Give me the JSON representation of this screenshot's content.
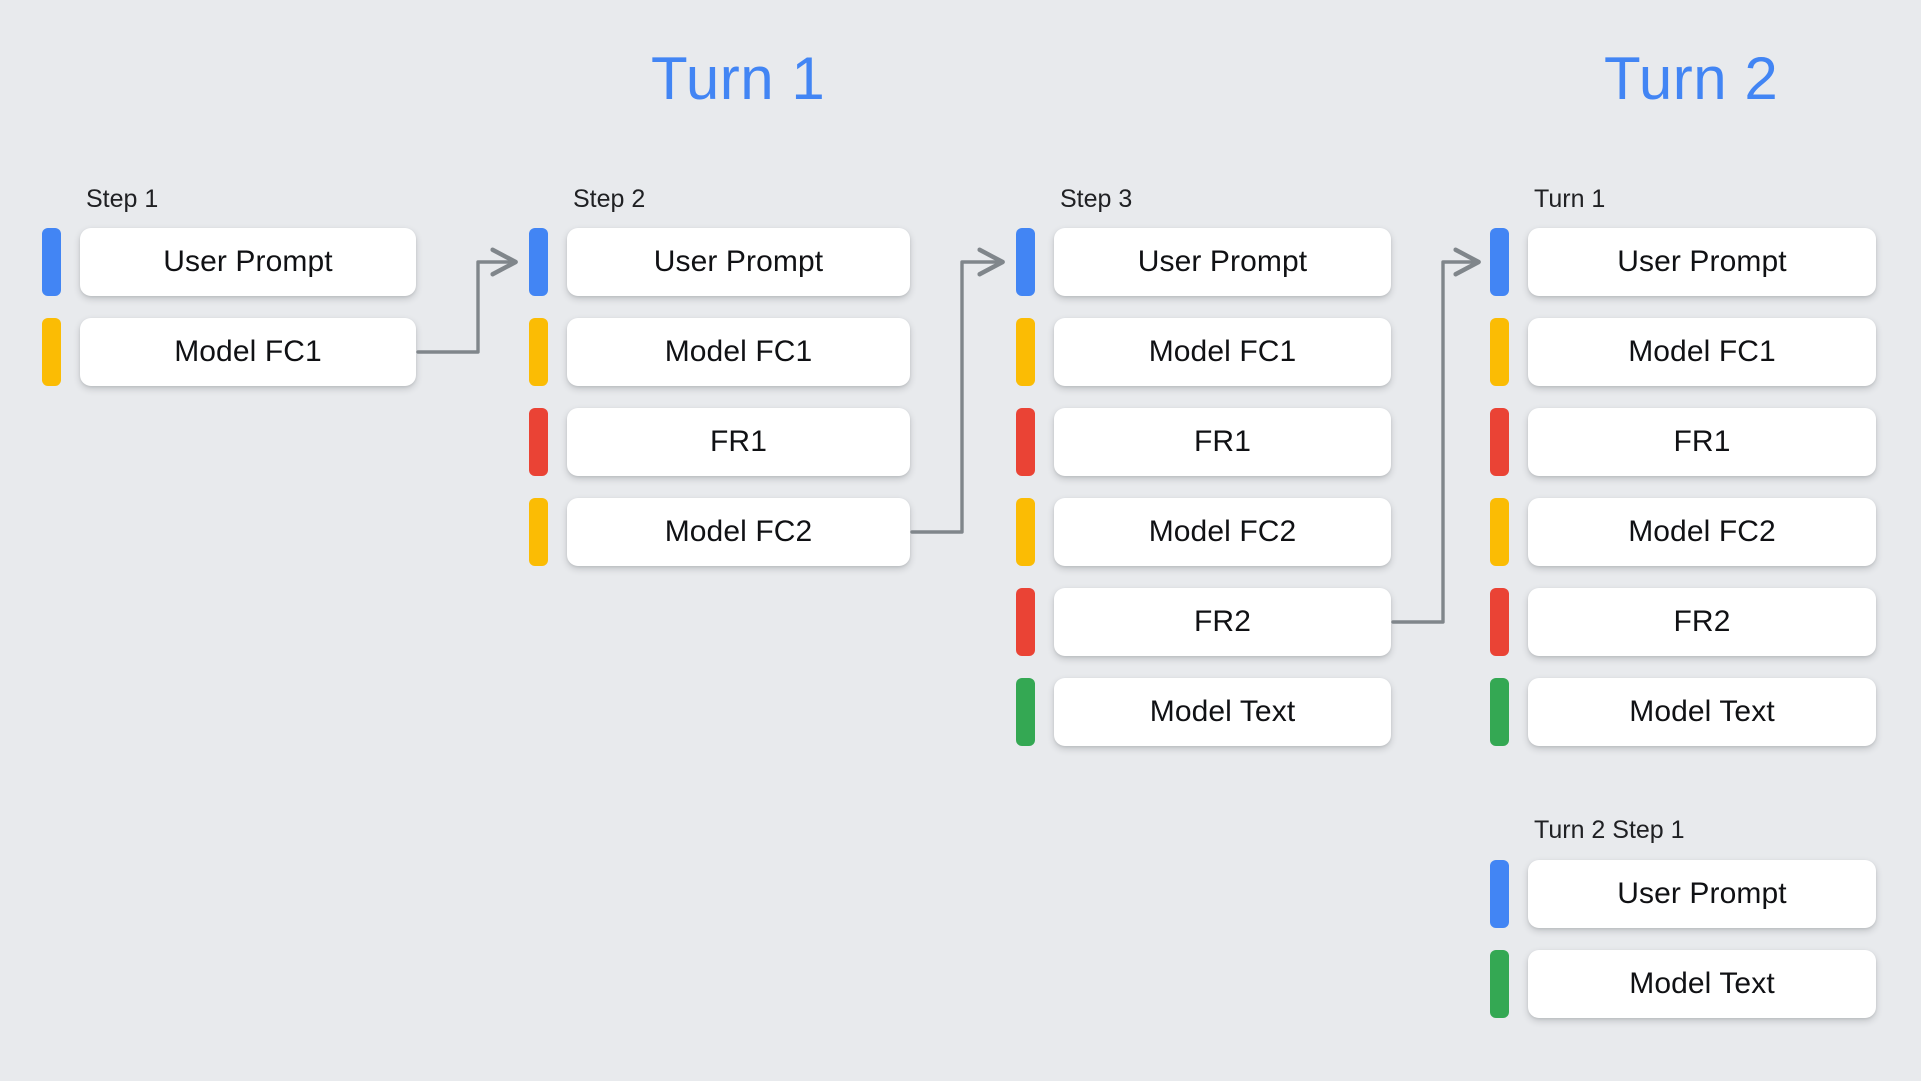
{
  "diagram": {
    "background_color": "#e8eaed",
    "titles": [
      {
        "id": "turn1",
        "text": "Turn 1",
        "color": "#4285f4"
      },
      {
        "id": "turn2",
        "text": "Turn 2",
        "color": "#4285f4"
      }
    ],
    "palette": {
      "user_prompt": "#4285f4",
      "model_fc": "#fbbc04",
      "function_response": "#ea4335",
      "model_text": "#34a853",
      "arrow": "#80868b",
      "box_fill": "#ffffff",
      "label_text": "#202124"
    },
    "columns": [
      {
        "label": "Step 1",
        "rows": [
          {
            "text": "User Prompt",
            "color_name": "blue"
          },
          {
            "text": "Model FC1",
            "color_name": "yellow"
          }
        ]
      },
      {
        "label": "Step 2",
        "rows": [
          {
            "text": "User Prompt",
            "color_name": "blue"
          },
          {
            "text": "Model FC1",
            "color_name": "yellow"
          },
          {
            "text": "FR1",
            "color_name": "red"
          },
          {
            "text": "Model FC2",
            "color_name": "yellow"
          }
        ]
      },
      {
        "label": "Step 3",
        "rows": [
          {
            "text": "User Prompt",
            "color_name": "blue"
          },
          {
            "text": "Model FC1",
            "color_name": "yellow"
          },
          {
            "text": "FR1",
            "color_name": "red"
          },
          {
            "text": "Model FC2",
            "color_name": "yellow"
          },
          {
            "text": "FR2",
            "color_name": "red"
          },
          {
            "text": "Model Text",
            "color_name": "green"
          }
        ]
      },
      {
        "label": "Turn 1",
        "rows": [
          {
            "text": "User Prompt",
            "color_name": "blue"
          },
          {
            "text": "Model FC1",
            "color_name": "yellow"
          },
          {
            "text": "FR1",
            "color_name": "red"
          },
          {
            "text": "Model FC2",
            "color_name": "yellow"
          },
          {
            "text": "FR2",
            "color_name": "red"
          },
          {
            "text": "Model Text",
            "color_name": "green"
          }
        ]
      },
      {
        "label": "Turn 2 Step 1",
        "rows": [
          {
            "text": "User Prompt",
            "color_name": "blue"
          },
          {
            "text": "Model Text",
            "color_name": "green"
          }
        ]
      }
    ],
    "arrows": [
      {
        "from": "step1-model-fc1",
        "to": "step2-user-prompt"
      },
      {
        "from": "step2-model-fc2",
        "to": "step3-user-prompt"
      },
      {
        "from": "step3-fr2",
        "to": "turn1-user-prompt"
      }
    ]
  }
}
